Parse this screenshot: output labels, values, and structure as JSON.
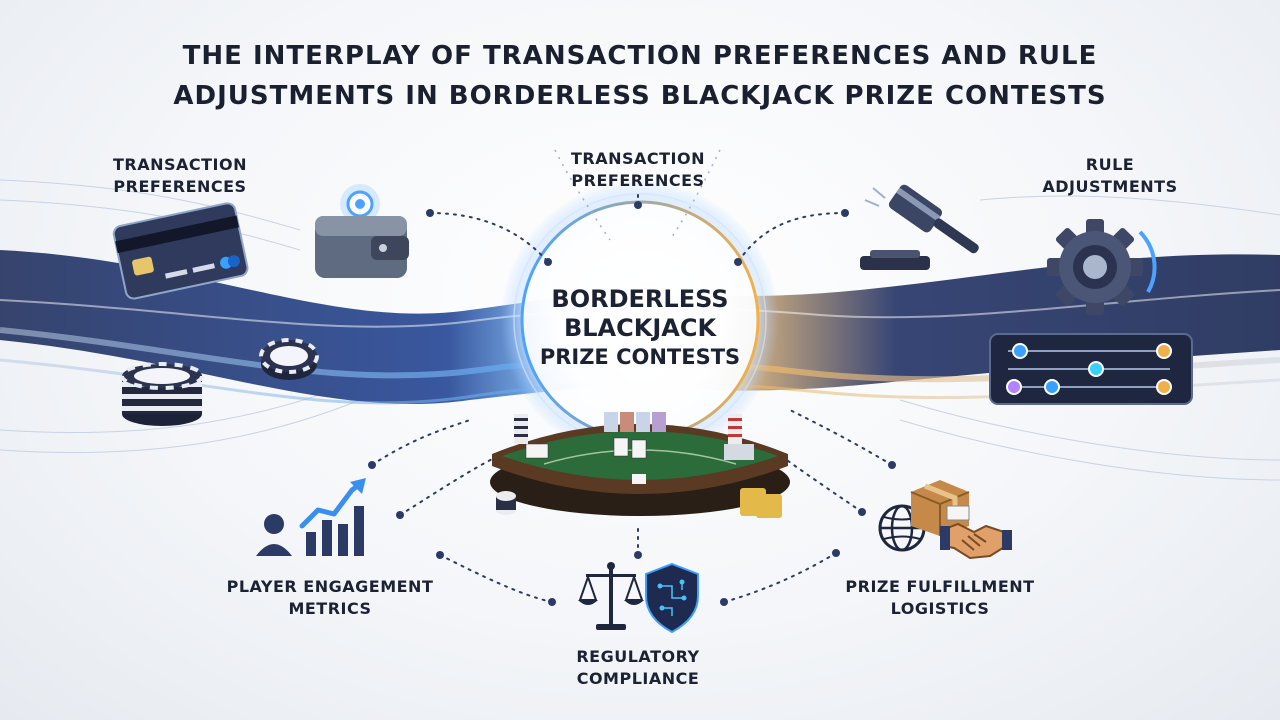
{
  "title": {
    "line1": "THE INTERPLAY OF TRANSACTION PREFERENCES AND RULE",
    "line2": "ADJUSTMENTS IN BORDERLESS BLACKJACK PRIZE CONTESTS"
  },
  "center": {
    "line1": "BORDERLESS",
    "line2": "BLACKJACK",
    "line3": "PRIZE CONTESTS"
  },
  "labels": {
    "transaction_left": {
      "line1": "TRANSACTION",
      "line2": "PREFERENCES"
    },
    "transaction_top": {
      "line1": "TRANSACTION",
      "line2": "PREFERENCES"
    },
    "rule_adjustments": {
      "line1": "RULE",
      "line2": "ADJUSTMENTS"
    },
    "player_engagement": {
      "line1": "PLAYER ENGAGEMENT",
      "line2": "METRICS"
    },
    "regulatory": {
      "line1": "REGULATORY",
      "line2": "COMPLIANCE"
    },
    "prize_fulfillment": {
      "line1": "PRIZE FULFILLMENT",
      "line2": "LOGISTICS"
    }
  },
  "icons": {
    "credit_card": "credit-card-icon",
    "wallet": "wallet-icon",
    "chips": "poker-chips-icon",
    "gavel": "gavel-icon",
    "gear": "gear-icon",
    "sliders": "sliders-panel-icon",
    "blackjack_table": "blackjack-table-icon",
    "growth_chart": "growth-chart-icon",
    "scales": "scales-of-justice-icon",
    "shield": "shield-icon",
    "globe": "globe-icon",
    "package": "package-icon",
    "handshake": "handshake-icon"
  },
  "colors": {
    "navy": "#2c3a66",
    "blue_glow": "#3d8fe0",
    "gold_glow": "#e8a23a",
    "table_green": "#2c6b3a",
    "text": "#1c2233"
  }
}
